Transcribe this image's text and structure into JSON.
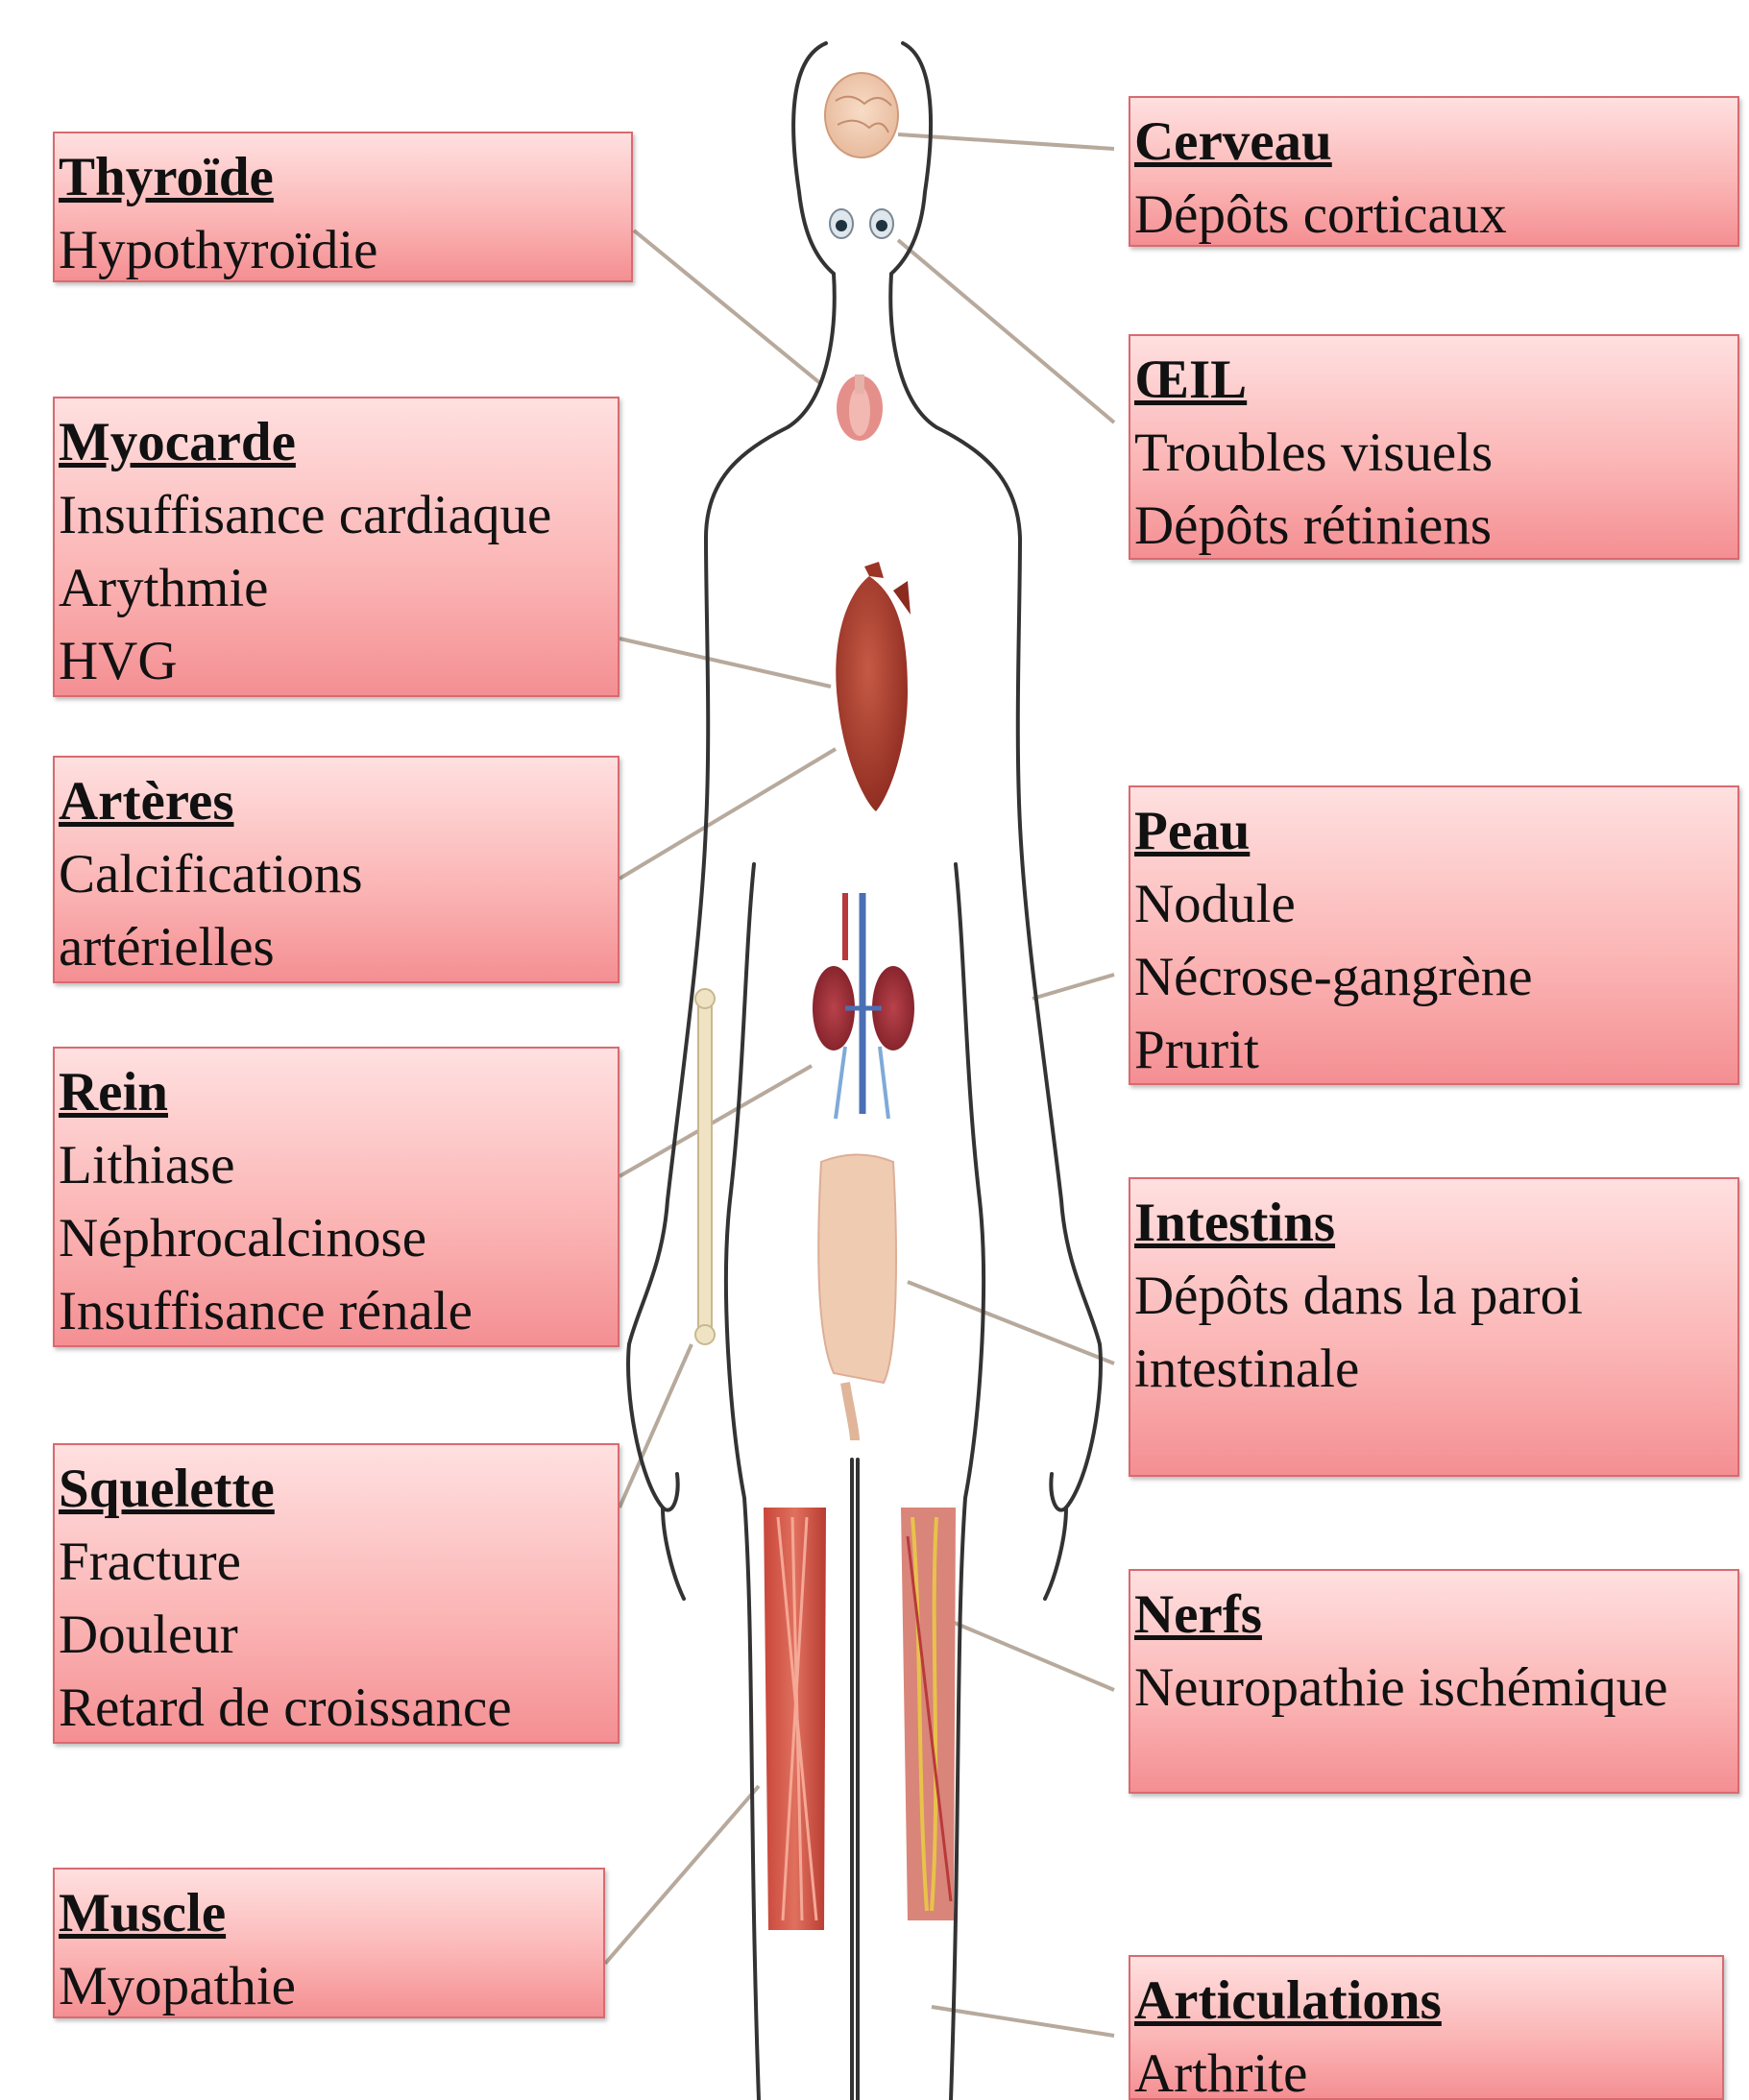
{
  "colors": {
    "box_top": "#ffe0e0",
    "box_bottom": "#f48f93",
    "box_border": "#d96a70",
    "leader_line": "#b7a99c",
    "body_outline": "#333333"
  },
  "labels": [
    {
      "id": "thyroide",
      "side": "left",
      "title": "Thyroïde",
      "lines": [
        "Hypothyroïdie"
      ],
      "organ": "thyroid"
    },
    {
      "id": "myocarde",
      "side": "left",
      "title": "Myocarde",
      "lines": [
        "Insuffisance cardiaque",
        "Arythmie",
        "HVG"
      ],
      "organ": "heart"
    },
    {
      "id": "arteres",
      "side": "left",
      "title": "Artères",
      "lines": [
        "Calcifications",
        "artérielles"
      ],
      "organ": "arteries"
    },
    {
      "id": "rein",
      "side": "left",
      "title": "Rein",
      "lines": [
        "Lithiase",
        "Néphrocalcinose",
        "Insuffisance rénale"
      ],
      "organ": "kidneys"
    },
    {
      "id": "squelette",
      "side": "left",
      "title": "Squelette",
      "lines": [
        "Fracture",
        "Douleur",
        "Retard de croissance"
      ],
      "organ": "bone"
    },
    {
      "id": "muscle",
      "side": "left",
      "title": "Muscle",
      "lines": [
        "Myopathie"
      ],
      "organ": "muscles"
    },
    {
      "id": "cerveau",
      "side": "right",
      "title": "Cerveau",
      "lines": [
        "Dépôts corticaux"
      ],
      "organ": "brain"
    },
    {
      "id": "oeil",
      "side": "right",
      "title": "ŒIL",
      "lines": [
        "Troubles visuels",
        "Dépôts rétiniens"
      ],
      "organ": "eyes"
    },
    {
      "id": "peau",
      "side": "right",
      "title": "Peau",
      "lines": [
        "Nodule",
        "Nécrose-gangrène",
        "Prurit"
      ],
      "organ": "skin"
    },
    {
      "id": "intestins",
      "side": "right",
      "title": "Intestins",
      "lines": [
        "Dépôts dans la paroi",
        "intestinale"
      ],
      "organ": "intestines"
    },
    {
      "id": "nerfs",
      "side": "right",
      "title": "Nerfs",
      "lines": [
        "Neuropathie ischémique"
      ],
      "organ": "nerves"
    },
    {
      "id": "articulations",
      "side": "right",
      "title": "Articulations",
      "lines": [
        "Arthrite"
      ],
      "organ": "joints"
    }
  ]
}
